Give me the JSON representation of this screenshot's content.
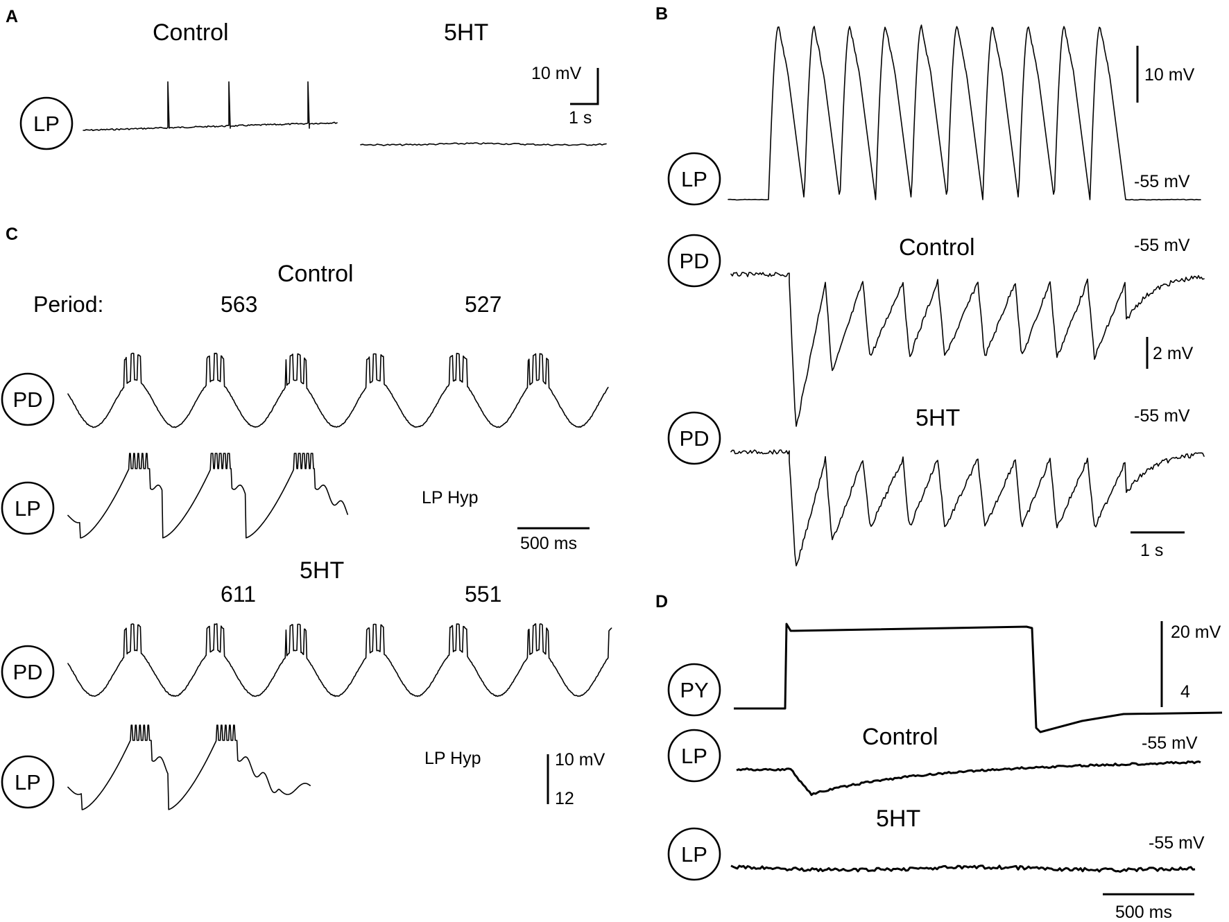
{
  "panels": {
    "A": {
      "label": "A",
      "control": "Control",
      "treatment": "5HT",
      "cell": "LP",
      "scale_mv": "10 mV",
      "scale_time": "1 s"
    },
    "B": {
      "label": "B",
      "cell_lp": "LP",
      "cell_pd1": "PD",
      "cell_pd2": "PD",
      "control": "Control",
      "treatment": "5HT",
      "scale_lp": "10 mV",
      "vrest_lp": "-55 mV",
      "vrest_pd1": "-55 mV",
      "vrest_pd2": "-55 mV",
      "scale_pd": "2 mV",
      "scale_time": "1 s"
    },
    "C": {
      "label": "C",
      "control": "Control",
      "period_label": "Period:",
      "period_control_1": "563",
      "period_control_2": "527",
      "cell_pd1": "PD",
      "cell_lp1": "LP",
      "lp_hyp_1": "LP Hyp",
      "scale_time": "500 ms",
      "treatment": "5HT",
      "period_5ht_1": "611",
      "period_5ht_2": "551",
      "cell_pd2": "PD",
      "cell_lp2": "LP",
      "lp_hyp_2": "LP Hyp",
      "scale_mv": "10 mV",
      "scale_num": "12"
    },
    "D": {
      "label": "D",
      "cell_py": "PY",
      "cell_lp1": "LP",
      "cell_lp2": "LP",
      "control": "Control",
      "treatment": "5HT",
      "scale_mv": "20 mV",
      "scale_num": "4",
      "vrest_1": "-55 mV",
      "vrest_2": "-55 mV",
      "scale_time": "500 ms"
    }
  }
}
